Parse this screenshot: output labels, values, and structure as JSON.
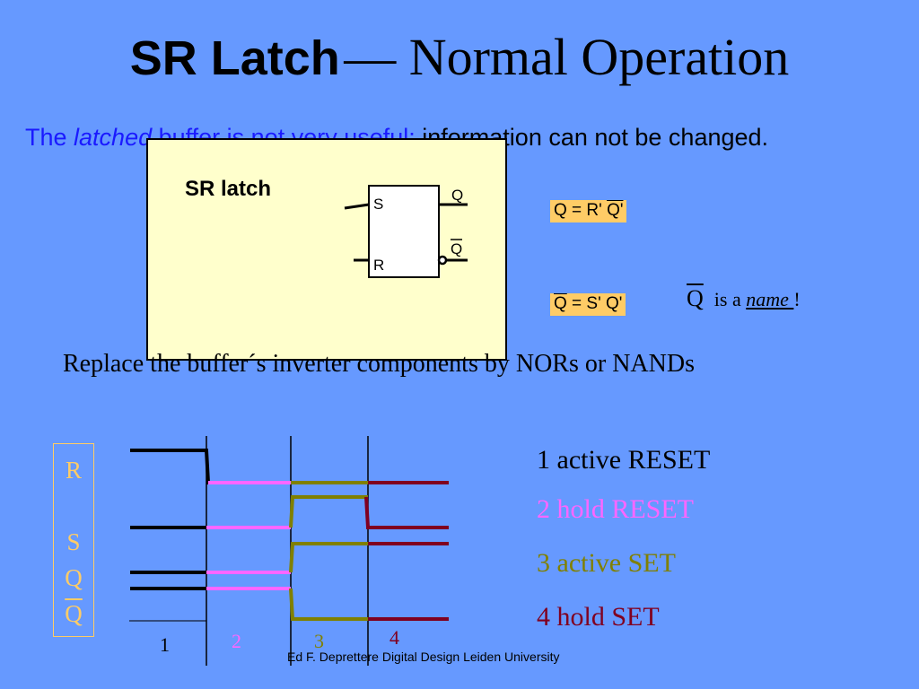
{
  "title": {
    "bold": "SR Latch",
    "rest": "— Normal Operation"
  },
  "intro": {
    "part1": "The ",
    "part2": "latched",
    "part3": " buffer is not very useful:",
    "part4": " information can not be changed."
  },
  "latch": {
    "label": "SR latch",
    "input_s": "S",
    "input_r": "R",
    "output_q": "Q",
    "output_qbar": "Q"
  },
  "formula_q": {
    "lhs": "Q",
    "eq": " = R' ",
    "rhs": "Q'"
  },
  "formula_qbar": {
    "lhs": "Q",
    "eq": " = S' Q'"
  },
  "qbar_note": {
    "q": "Q",
    "pre": "is a ",
    "name": "name ",
    "post": "!"
  },
  "replace_text": "Replace the buffer´s inverter components by NORs or NANDs",
  "signals": [
    "R",
    "S",
    "Q",
    "Q"
  ],
  "phases": [
    {
      "num": "1",
      "color": "#000000"
    },
    {
      "num": "2",
      "color": "#ff66ff"
    },
    {
      "num": "3",
      "color": "#808000"
    },
    {
      "num": "4",
      "color": "#800020"
    }
  ],
  "legend": [
    {
      "text": "1 active RESET",
      "color": "#000000"
    },
    {
      "text": "2 hold RESET",
      "color": "#ff66ff"
    },
    {
      "text": "3 active SET",
      "color": "#808000"
    },
    {
      "text": "4 hold SET",
      "color": "#800020"
    }
  ],
  "footer": "Ed F. Deprettere  Digital Design  Leiden University"
}
